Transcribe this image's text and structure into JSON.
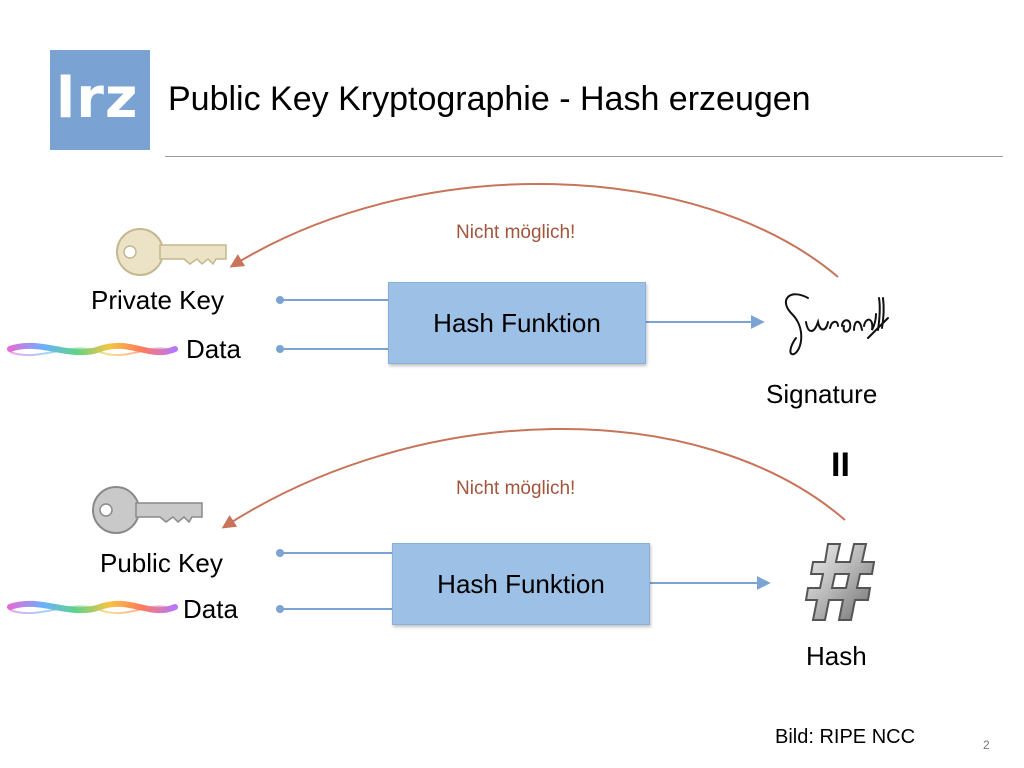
{
  "header": {
    "logo_text": "lrz",
    "title": "Public Key Kryptographie - Hash erzeugen"
  },
  "top_section": {
    "arrow_note": "Nicht möglich!",
    "key_label": "Private Key",
    "data_label": "Data",
    "function_label": "Hash Funktion",
    "output_label": "Signature"
  },
  "equals_sign": "II",
  "bottom_section": {
    "arrow_note": "Nicht möglich!",
    "key_label": "Public Key",
    "data_label": "Data",
    "function_label": "Hash Funktion",
    "output_label": "Hash"
  },
  "footer": {
    "credit": "Bild: RIPE NCC",
    "page_number": "2"
  },
  "colors": {
    "logo": "#7aa3d4",
    "box_fill": "#9cc0e6",
    "connector_blue": "#7ba3d3",
    "return_arrow": "#c8735a",
    "note_text": "#a2543c"
  },
  "icons": [
    "key-icon",
    "data-stream-icon",
    "signature-icon",
    "hash-icon"
  ]
}
